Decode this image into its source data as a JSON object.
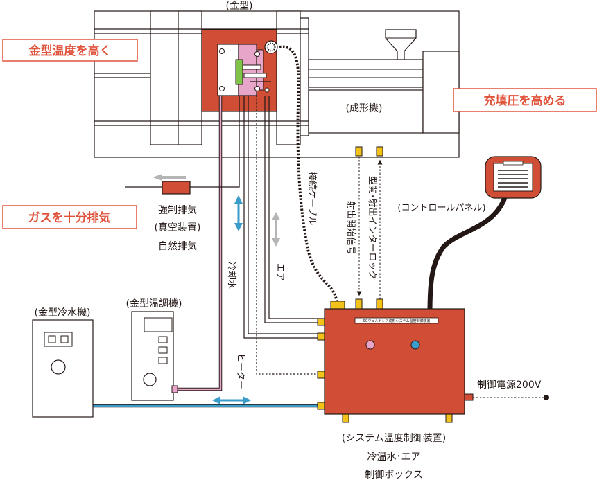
{
  "labels": {
    "mold": "(金型)",
    "molding_machine": "(成形機)",
    "control_panel": "(コントロールパネル)",
    "mold_chiller": "(金型冷水機)",
    "mold_temp_controller": "(金型温調機)",
    "system_box_title": "(システム温度制御装置)",
    "system_box_sub1": "冷温水･エア",
    "system_box_sub2": "制御ボックス",
    "forced_exhaust": "強制排気",
    "vacuum_device": "(真空装置)",
    "natural_exhaust": "自然排気",
    "cooling_water": "冷却水",
    "air": "エア",
    "connection_cable": "接続ケーブル",
    "injection_start_signal": "射出開始信号",
    "interlock": "型開･射出インターロック",
    "heater": "ヒーター",
    "power_supply": "制御電源200V",
    "box_nameplate": "SGウェルドレス成形システム温度制御装置"
  },
  "callouts": {
    "raise_mold_temp": "金型温度を高く",
    "raise_fill_pressure": "充填圧を高める",
    "exhaust_gas": "ガスを十分排気"
  },
  "colors": {
    "red": "#d14e36",
    "callout": "#e0533b",
    "pink": "#e7a6c9",
    "blue": "#3b9bc9",
    "yellow": "#f3c21a",
    "line": "#231815",
    "gray_arrow": "#b5b5b5"
  }
}
